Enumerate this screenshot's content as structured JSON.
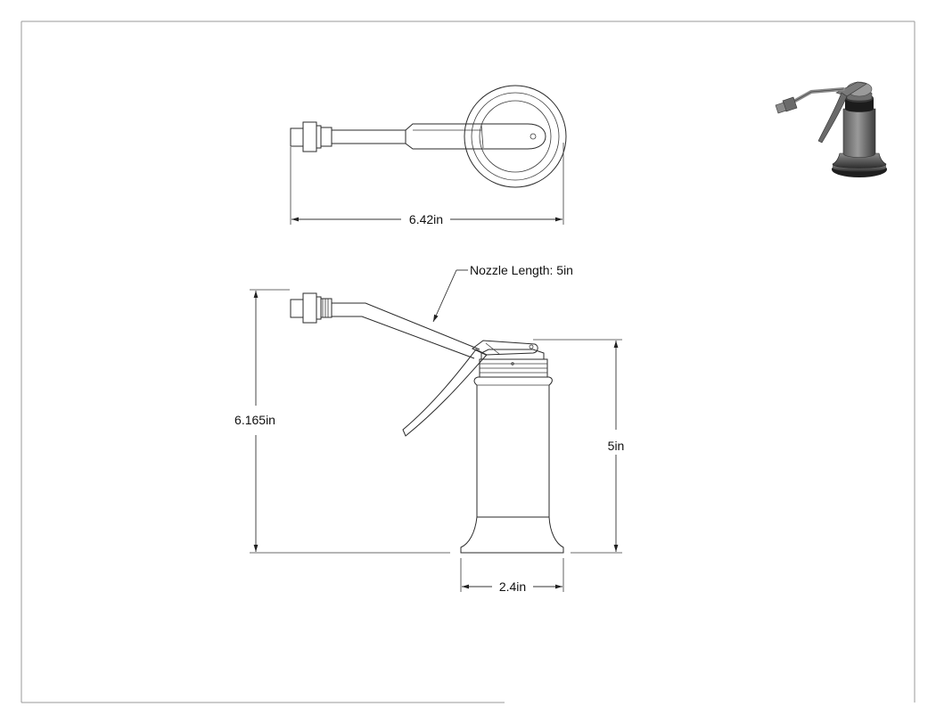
{
  "dimensions": {
    "top_width": "6.42in",
    "overall_height": "6.165in",
    "body_height": "5in",
    "base_width": "2.4in",
    "nozzle_note": "Nozzle Length: 5in"
  }
}
